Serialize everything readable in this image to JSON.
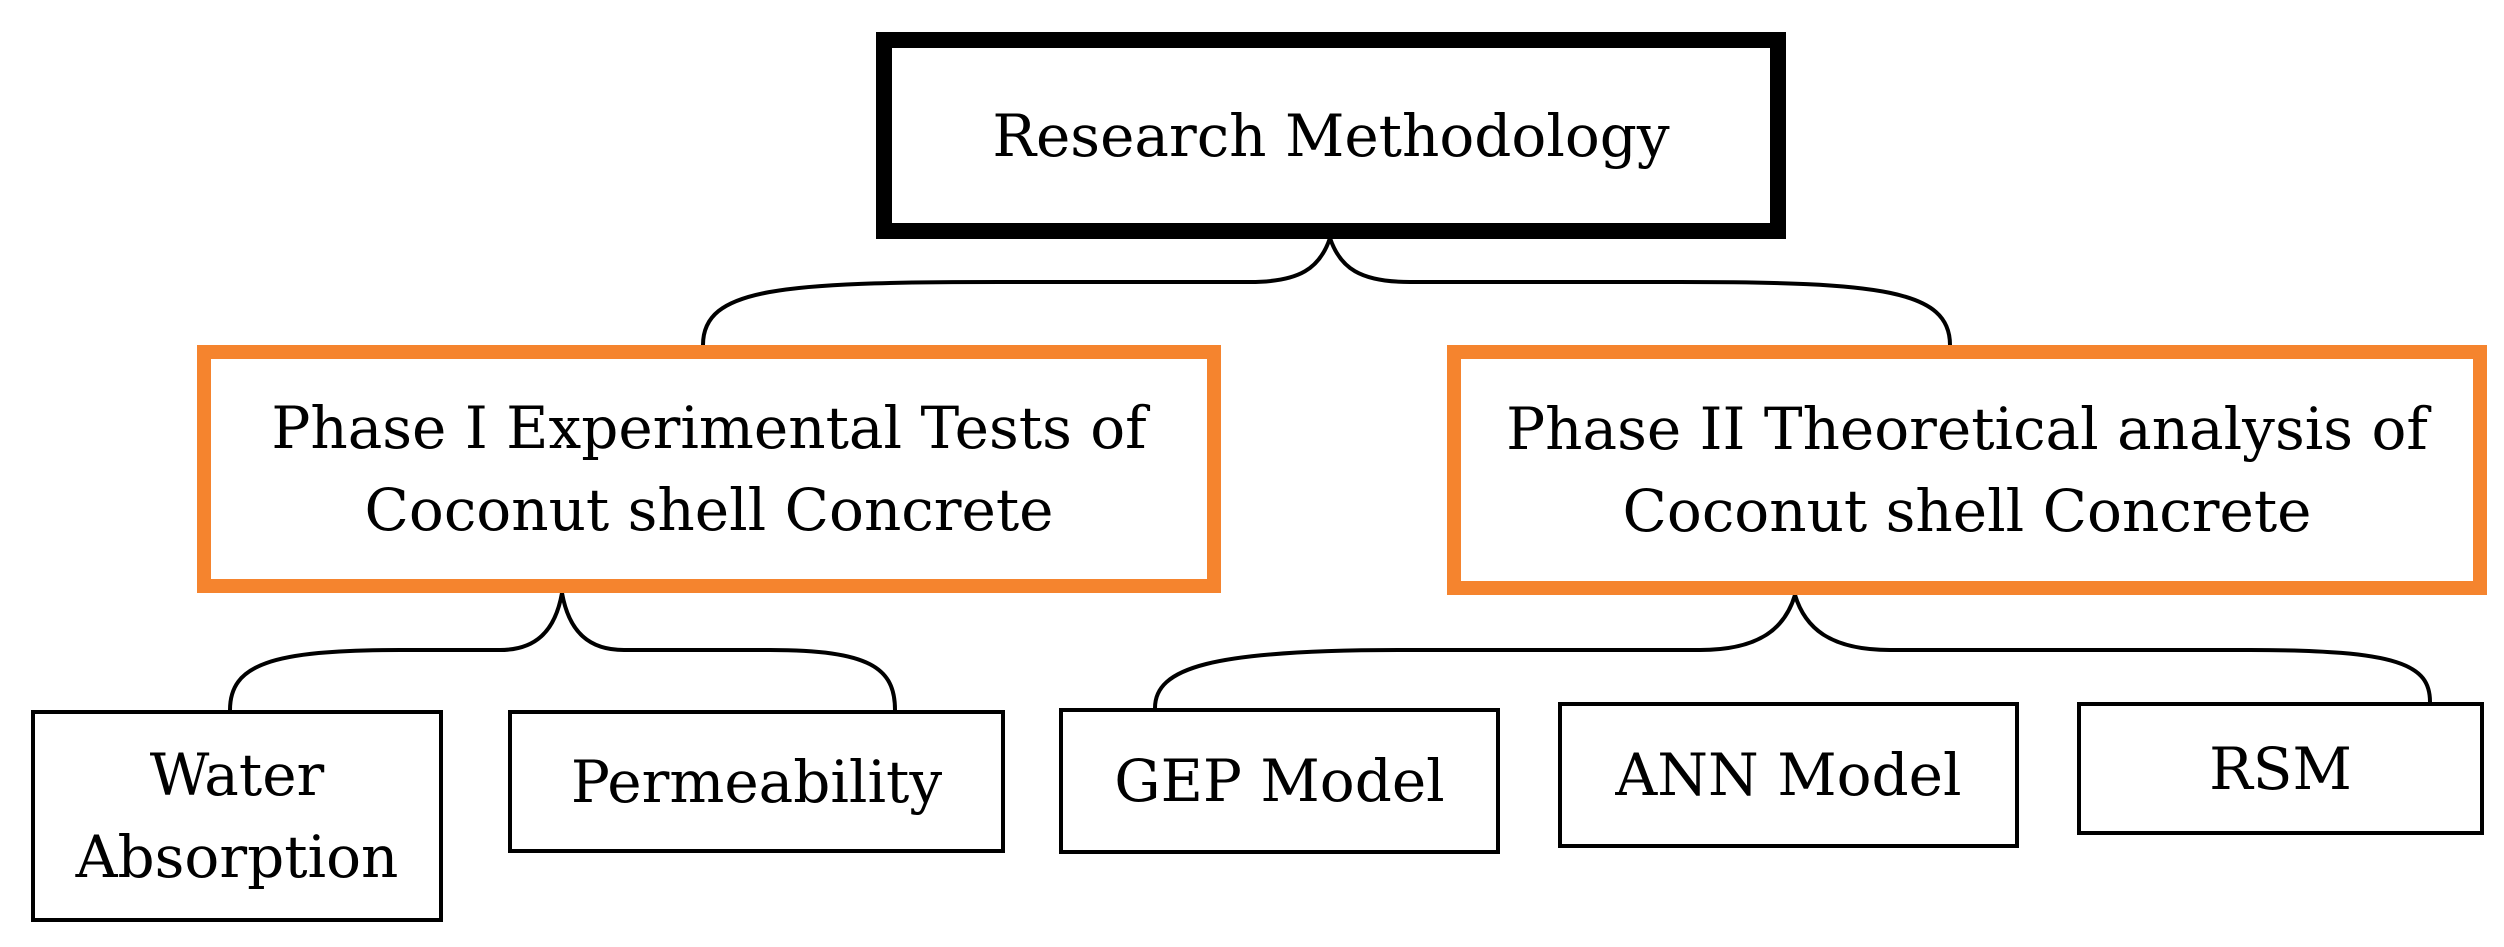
{
  "root": {
    "label": "Research Methodology"
  },
  "phases": [
    {
      "label": "Phase I Experimental Tests of\nCoconut shell Concrete"
    },
    {
      "label": "Phase II Theoretical analysis of\nCoconut shell Concrete"
    }
  ],
  "leaves": {
    "phase1": [
      {
        "label": "Water\nAbsorption"
      },
      {
        "label": "Permeability"
      }
    ],
    "phase2": [
      {
        "label": "GEP Model"
      },
      {
        "label": "ANN Model"
      },
      {
        "label": "RSM"
      }
    ]
  },
  "colors": {
    "root_border": "#000000",
    "phase_border": "#f5842e",
    "leaf_border": "#000000",
    "connector": "#000000"
  }
}
